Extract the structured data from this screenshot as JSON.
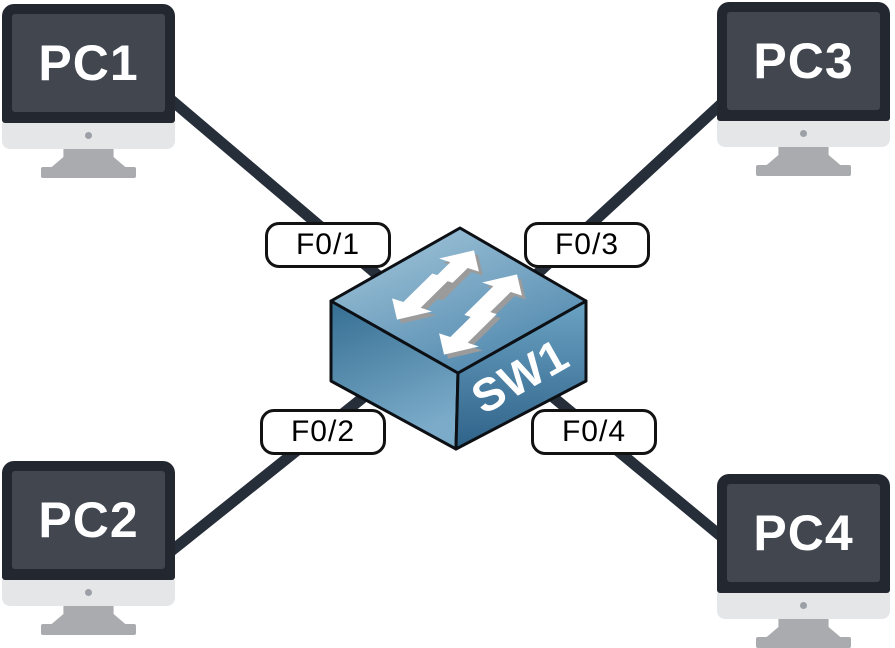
{
  "diagram": {
    "type": "network-topology",
    "nodes": [
      {
        "id": "pc1",
        "kind": "pc",
        "label": "PC1"
      },
      {
        "id": "pc2",
        "kind": "pc",
        "label": "PC2"
      },
      {
        "id": "pc3",
        "kind": "pc",
        "label": "PC3"
      },
      {
        "id": "pc4",
        "kind": "pc",
        "label": "PC4"
      },
      {
        "id": "sw1",
        "kind": "switch",
        "label": "SW1"
      }
    ],
    "links": [
      {
        "from": "PC1",
        "to": "SW1",
        "port_label": "F0/1"
      },
      {
        "from": "PC2",
        "to": "SW1",
        "port_label": "F0/2"
      },
      {
        "from": "PC3",
        "to": "SW1",
        "port_label": "F0/3"
      },
      {
        "from": "PC4",
        "to": "SW1",
        "port_label": "F0/4"
      }
    ],
    "colors": {
      "link_line": "#262e3a",
      "switch_top_light": "#9dc3d8",
      "switch_top_dark": "#548cb0",
      "switch_side_dark": "#336186",
      "monitor_bezel": "#23272f",
      "monitor_screen": "#41464f",
      "monitor_chin": "#e5e6e8",
      "monitor_stand": "#a9abae",
      "label_background": "#ffffff",
      "label_border": "#121212",
      "arrow_white": "#ffffff",
      "arrow_shadow": "#9b9b9b"
    }
  }
}
